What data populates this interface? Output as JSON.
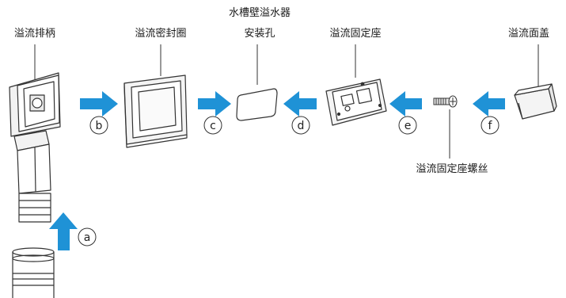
{
  "colors": {
    "arrow": "#1f92d6",
    "stroke": "#333333",
    "part_fill": "#ffffff",
    "shade": "#e9e9e9"
  },
  "labels": {
    "handle": "溢流排柄",
    "gasket": "溢流密封圈",
    "hole_line1": "水槽壁溢水器",
    "hole_line2": "安装孔",
    "seat": "溢流固定座",
    "cover": "溢流面盖",
    "screw": "溢流固定座螺丝"
  },
  "steps": [
    "a",
    "b",
    "c",
    "d",
    "e",
    "f"
  ]
}
